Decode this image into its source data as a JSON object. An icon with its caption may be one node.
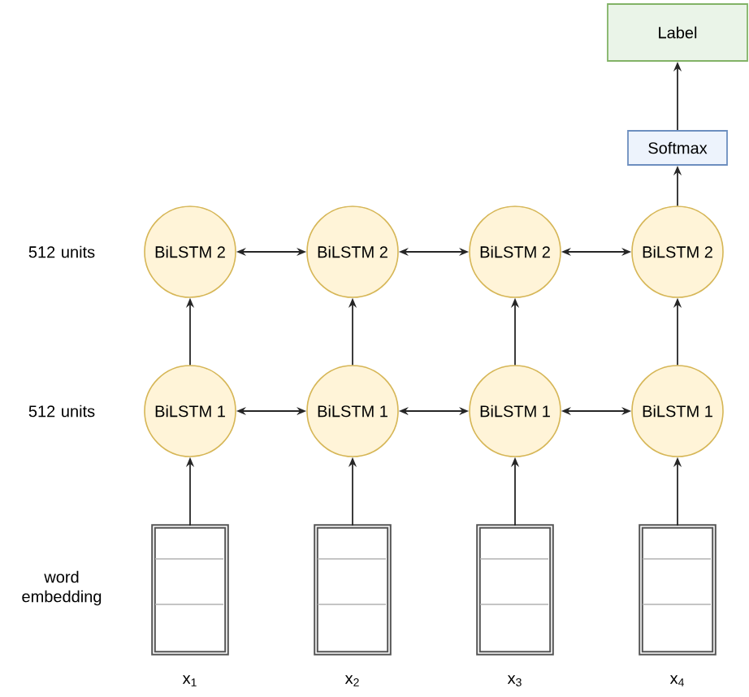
{
  "diagram": {
    "nodes": [
      {
        "text": [
          "Label"
        ]
      },
      {
        "text": [
          "Softmax"
        ]
      },
      {
        "text": [
          "BiLSTM 2"
        ]
      },
      {
        "text": [
          "BiLSTM 2"
        ]
      },
      {
        "text": [
          "BiLSTM 2"
        ]
      },
      {
        "text": [
          "BiLSTM 2"
        ]
      },
      {
        "text": [
          "BiLSTM 1"
        ]
      },
      {
        "text": [
          "BiLSTM 1"
        ]
      },
      {
        "text": [
          "BiLSTM 1"
        ]
      },
      {
        "text": [
          "BiLSTM 1"
        ]
      },
      {
        "text": [],
        "shape": "box",
        "beside": [
          "x$_{1}$"
        ]
      },
      {
        "text": [],
        "shape": "box",
        "beside": [
          "x$_{2}$"
        ]
      },
      {
        "text": [],
        "shape": "box",
        "beside": [
          "x$_{3}$"
        ]
      },
      {
        "text": [],
        "shape": "box",
        "beside": [
          "x$_{4}$"
        ]
      }
    ],
    "edges": [
      {
        "from": 1,
        "to": 0,
        "arrow": "to"
      },
      {
        "from": 5,
        "to": 1,
        "arrow": "to"
      },
      {
        "from": 2,
        "to": 3,
        "arrow": "both"
      },
      {
        "from": 3,
        "to": 4,
        "arrow": "both"
      },
      {
        "from": 4,
        "to": 5,
        "arrow": "both"
      },
      {
        "from": 6,
        "to": 2,
        "arrow": "to"
      },
      {
        "from": 7,
        "to": 3,
        "arrow": "to"
      },
      {
        "from": 8,
        "to": 4,
        "arrow": "to"
      },
      {
        "from": 9,
        "to": 5,
        "arrow": "to"
      },
      {
        "from": 6,
        "to": 7,
        "arrow": "both"
      },
      {
        "from": 7,
        "to": 8,
        "arrow": "both"
      },
      {
        "from": 8,
        "to": 9,
        "arrow": "both"
      },
      {
        "from": 10,
        "to": 6,
        "arrow": "to"
      },
      {
        "from": 11,
        "to": 7,
        "arrow": "to"
      },
      {
        "from": 12,
        "to": 8,
        "arrow": "to"
      },
      {
        "from": 13,
        "to": 9,
        "arrow": "to"
      }
    ],
    "labels": [
      "512 units",
      "512 units",
      "word embedding"
    ]
  }
}
